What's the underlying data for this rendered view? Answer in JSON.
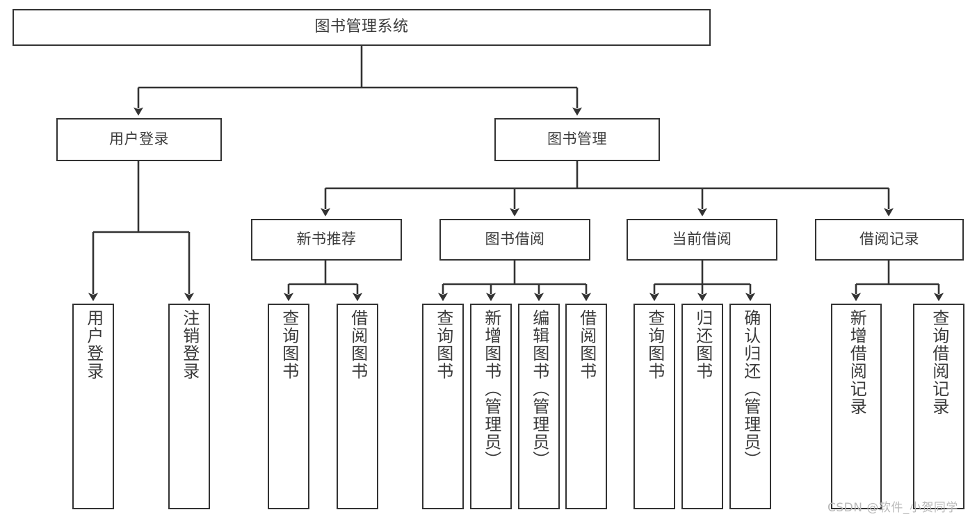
{
  "diagram": {
    "type": "tree",
    "title": "图书管理系统",
    "colors": {
      "stroke": "#333333",
      "box_fill": "#ffffff",
      "text": "#3b3b3b",
      "watermark": "#b9b9b9",
      "background": "#ffffff"
    },
    "nodes": {
      "root": {
        "label": "图书管理系统",
        "level": 1,
        "orientation": "horizontal"
      },
      "l2": [
        {
          "id": "user-login",
          "label": "用户登录",
          "level": 2,
          "orientation": "horizontal"
        },
        {
          "id": "book-manage",
          "label": "图书管理",
          "level": 2,
          "orientation": "horizontal"
        }
      ],
      "l3": [
        {
          "id": "new-book-rec",
          "label": "新书推荐",
          "level": 3,
          "orientation": "horizontal"
        },
        {
          "id": "book-borrow",
          "label": "图书借阅",
          "level": 3,
          "orientation": "horizontal"
        },
        {
          "id": "current-borrow",
          "label": "当前借阅",
          "level": 3,
          "orientation": "horizontal"
        },
        {
          "id": "borrow-record",
          "label": "借阅记录",
          "level": 3,
          "orientation": "horizontal"
        }
      ],
      "leaves": [
        {
          "id": "leaf-user-login",
          "label": "用户登录",
          "parent": "user-login",
          "orientation": "vertical"
        },
        {
          "id": "leaf-logout",
          "label": "注销登录",
          "parent": "user-login",
          "orientation": "vertical"
        },
        {
          "id": "leaf-query-book-1",
          "label": "查询图书",
          "parent": "new-book-rec",
          "orientation": "vertical"
        },
        {
          "id": "leaf-borrow-book-1",
          "label": "借阅图书",
          "parent": "new-book-rec",
          "orientation": "vertical"
        },
        {
          "id": "leaf-query-book-2",
          "label": "查询图书",
          "parent": "book-borrow",
          "orientation": "vertical"
        },
        {
          "id": "leaf-add-book",
          "label": "新增图书（管理员）",
          "parent": "book-borrow",
          "orientation": "vertical"
        },
        {
          "id": "leaf-edit-book",
          "label": "编辑图书（管理员）",
          "parent": "book-borrow",
          "orientation": "vertical"
        },
        {
          "id": "leaf-borrow-book-2",
          "label": "借阅图书",
          "parent": "book-borrow",
          "orientation": "vertical"
        },
        {
          "id": "leaf-query-book-3",
          "label": "查询图书",
          "parent": "current-borrow",
          "orientation": "vertical"
        },
        {
          "id": "leaf-return-book",
          "label": "归还图书",
          "parent": "current-borrow",
          "orientation": "vertical"
        },
        {
          "id": "leaf-confirm-return",
          "label": "确认归还（管理员）",
          "parent": "current-borrow",
          "orientation": "vertical"
        },
        {
          "id": "leaf-add-record",
          "label": "新增借阅记录",
          "parent": "borrow-record",
          "orientation": "vertical"
        },
        {
          "id": "leaf-query-record",
          "label": "查询借阅记录",
          "parent": "borrow-record",
          "orientation": "vertical"
        }
      ]
    },
    "watermark": "CSDN @软件_小贺同学"
  }
}
